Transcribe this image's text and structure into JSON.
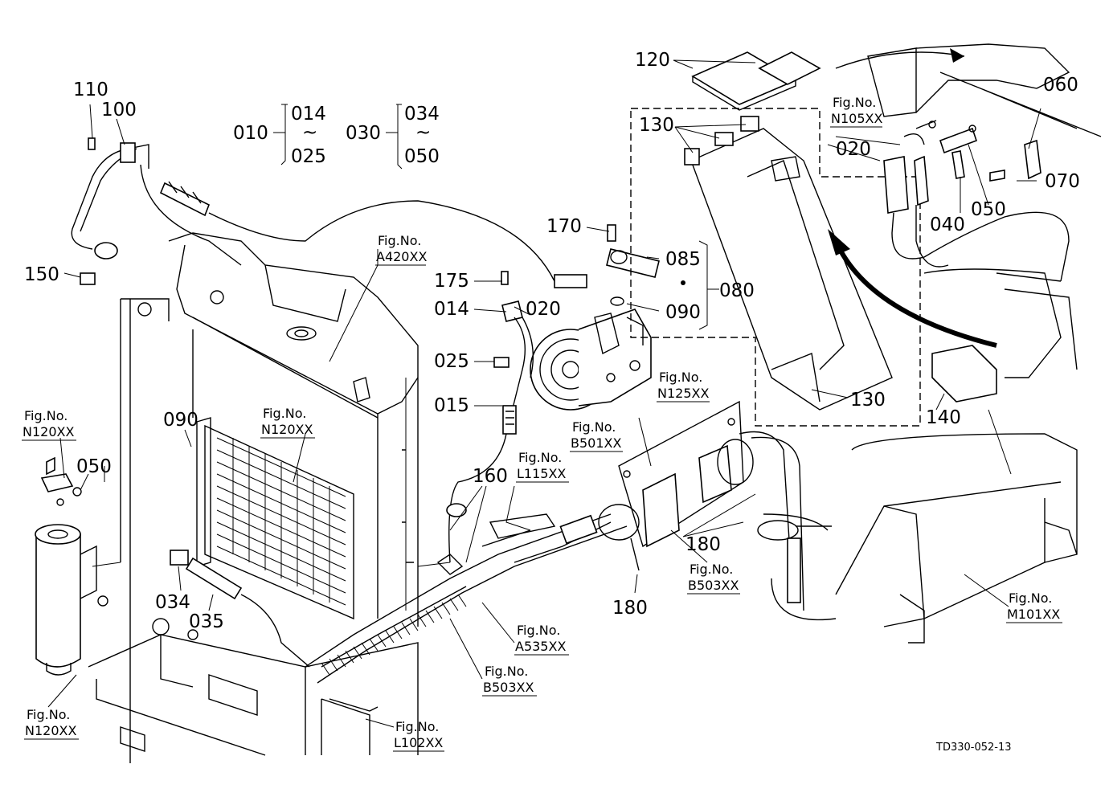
{
  "parts": {
    "p110": "110",
    "p100": "100",
    "p150": "150",
    "p010": "010",
    "p014": "014",
    "p025": "025",
    "tilde": "~",
    "p030": "030",
    "p034": "034",
    "p050": "050",
    "p120": "120",
    "p130": "130",
    "p020": "020",
    "p060": "060",
    "p070": "070",
    "p040": "040",
    "p170": "170",
    "p085": "085",
    "p175": "175",
    "p080": "080",
    "p090": "090",
    "p015": "015",
    "p140": "140",
    "p160": "160",
    "p180": "180",
    "p035": "035"
  },
  "fig": {
    "prefix": "Fig.No.",
    "A420XX": "A420XX",
    "N105XX": "N105XX",
    "N125XX": "N125XX",
    "B501XX": "B501XX",
    "N120XX": "N120XX",
    "L115XX": "L115XX",
    "B503XX": "B503XX",
    "A535XX": "A535XX",
    "L102XX": "L102XX",
    "M101XX": "M101XX"
  },
  "drawing_code": "TD330-052-13"
}
